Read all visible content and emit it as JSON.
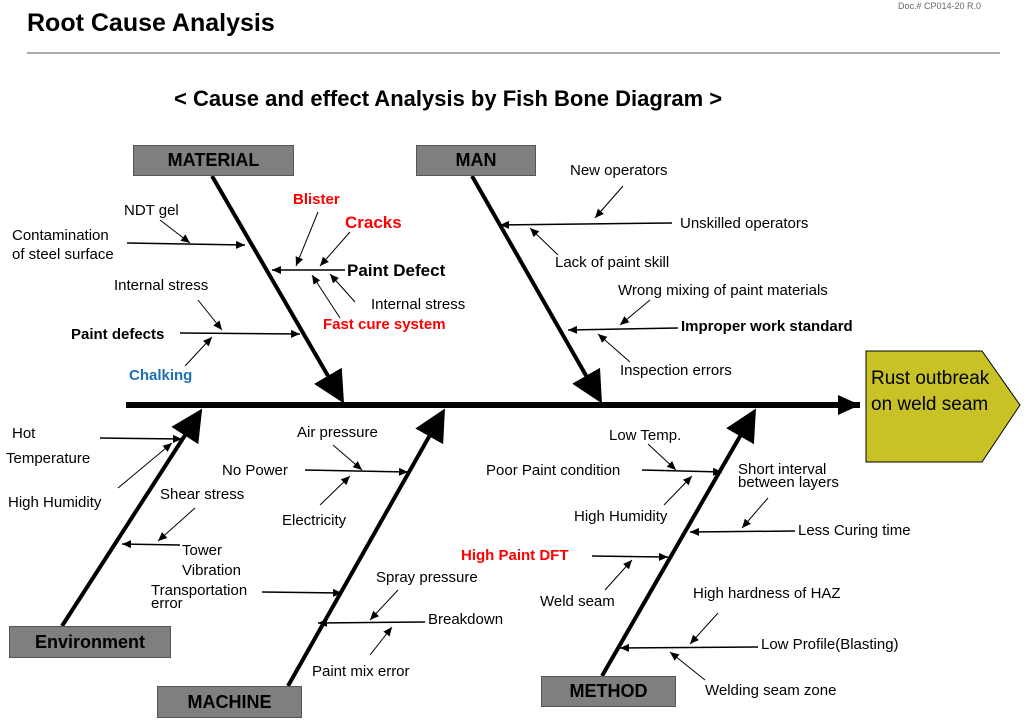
{
  "header": {
    "title": "Root Cause Analysis",
    "doc_number": "Doc.# CP014-20 R.0"
  },
  "diagram_title": "< Cause and effect Analysis by Fish Bone Diagram >",
  "effect": "Rust outbreak on weld seam",
  "colors": {
    "category_box": "#7f7f7f",
    "effect_box": "#c8c227",
    "highlight_red": "#ff0000",
    "highlight_blue": "#1f6fb5"
  },
  "categories": {
    "material": {
      "label": "MATERIAL",
      "causes": {
        "ndt_gel": "NDT gel",
        "contamination_line1": "Contamination",
        "contamination_line2": "of steel surface",
        "blister": "Blister",
        "cracks": "Cracks",
        "paint_defect": "Paint Defect",
        "internal_stress_a": "Internal stress",
        "internal_stress_b": "Internal stress",
        "fast_cure": "Fast cure system",
        "paint_defects": "Paint defects",
        "chalking": "Chalking"
      }
    },
    "man": {
      "label": "MAN",
      "causes": {
        "new_operators": "New operators",
        "unskilled": "Unskilled operators",
        "lack_skill": "Lack of paint skill",
        "wrong_mixing": "Wrong mixing of paint materials",
        "improper_standard": "Improper work standard",
        "inspection_errors": "Inspection errors"
      }
    },
    "environment": {
      "label": "Environment",
      "causes": {
        "hot_line1": "Hot",
        "hot_line2": "Temperature",
        "high_humidity": "High Humidity",
        "shear_stress": "Shear stress",
        "tower_vibration_line1": "Tower",
        "tower_vibration_line2": "Vibration",
        "transportation_line1": "Transportation",
        "transportation_line2": "error"
      }
    },
    "machine": {
      "label": "MACHINE",
      "causes": {
        "air_pressure": "Air pressure",
        "no_power": "No Power",
        "electricity": "Electricity",
        "spray_pressure": "Spray pressure",
        "breakdown": "Breakdown",
        "paint_mix_error": "Paint mix error"
      }
    },
    "method": {
      "label": "METHOD",
      "causes": {
        "low_temp": "Low Temp.",
        "poor_condition": "Poor Paint condition",
        "short_interval_line1": "Short interval",
        "short_interval_line2": "between layers",
        "high_humidity": "High Humidity",
        "less_curing": "Less Curing time",
        "high_dft": "High Paint DFT",
        "weld_seam": "Weld seam",
        "high_hardness": "High hardness of HAZ",
        "low_profile": "Low Profile(Blasting)",
        "welding_zone": "Welding seam zone"
      }
    }
  }
}
